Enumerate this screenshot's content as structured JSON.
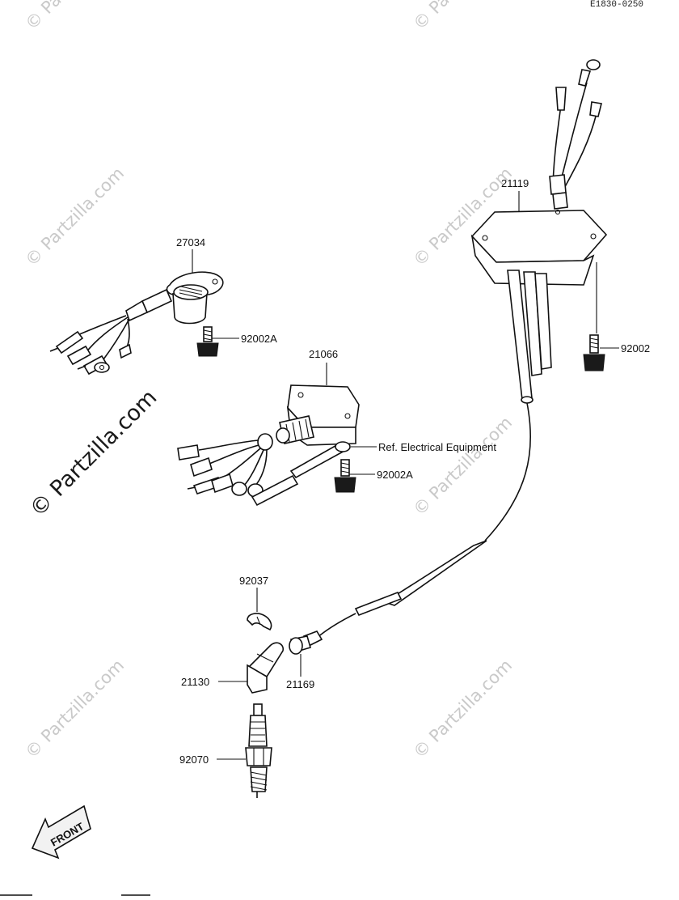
{
  "diagram_code": "E1830-0250",
  "watermark": "© Partzilla.com",
  "front_label": "FRONT",
  "colors": {
    "line": "#111111",
    "watermark": "#c9c9c9",
    "background": "#ffffff"
  },
  "parts": [
    {
      "id": "27034",
      "label": "27034"
    },
    {
      "id": "92002A-top",
      "label": "92002A"
    },
    {
      "id": "21066",
      "label": "21066"
    },
    {
      "id": "ref",
      "label": "Ref. Electrical Equipment"
    },
    {
      "id": "92002A-mid",
      "label": "92002A"
    },
    {
      "id": "21119",
      "label": "21119"
    },
    {
      "id": "92002",
      "label": "92002"
    },
    {
      "id": "92037",
      "label": "92037"
    },
    {
      "id": "21130",
      "label": "21130"
    },
    {
      "id": "21169",
      "label": "21169"
    },
    {
      "id": "92070",
      "label": "92070"
    }
  ]
}
